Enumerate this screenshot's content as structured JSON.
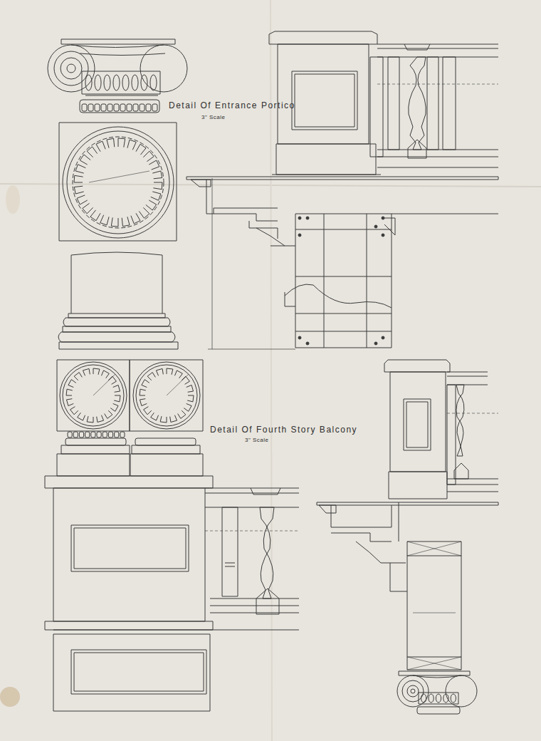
{
  "diagram": {
    "labels": [
      "Detail Of Entrance Portico",
      "3\" Scale",
      "Detail Of Fourth Story Balcony",
      "3\" Scale"
    ]
  }
}
